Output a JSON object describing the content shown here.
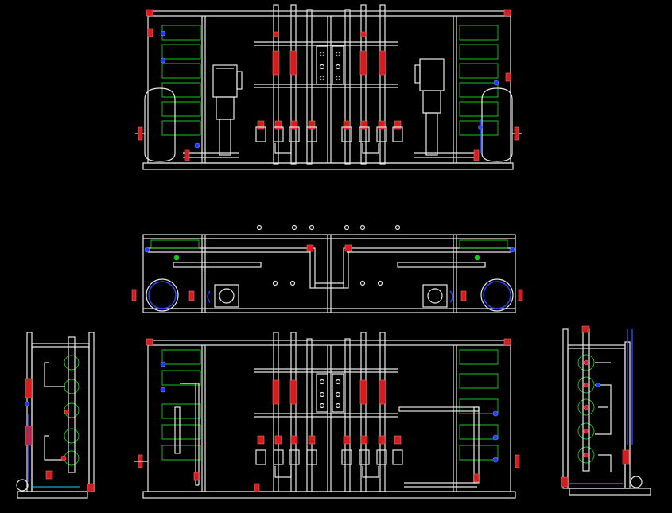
{
  "drawing": {
    "background": "#000000",
    "colors": {
      "pipe": "#e8e8e8",
      "valve": "#d21e1e",
      "fitting": "#1e3cff",
      "module": "#19c819"
    }
  },
  "views": [
    {
      "id": "front-elevation"
    },
    {
      "id": "top-plan"
    },
    {
      "id": "rear-elevation"
    },
    {
      "id": "left-side-elevation"
    },
    {
      "id": "right-side-elevation"
    }
  ]
}
